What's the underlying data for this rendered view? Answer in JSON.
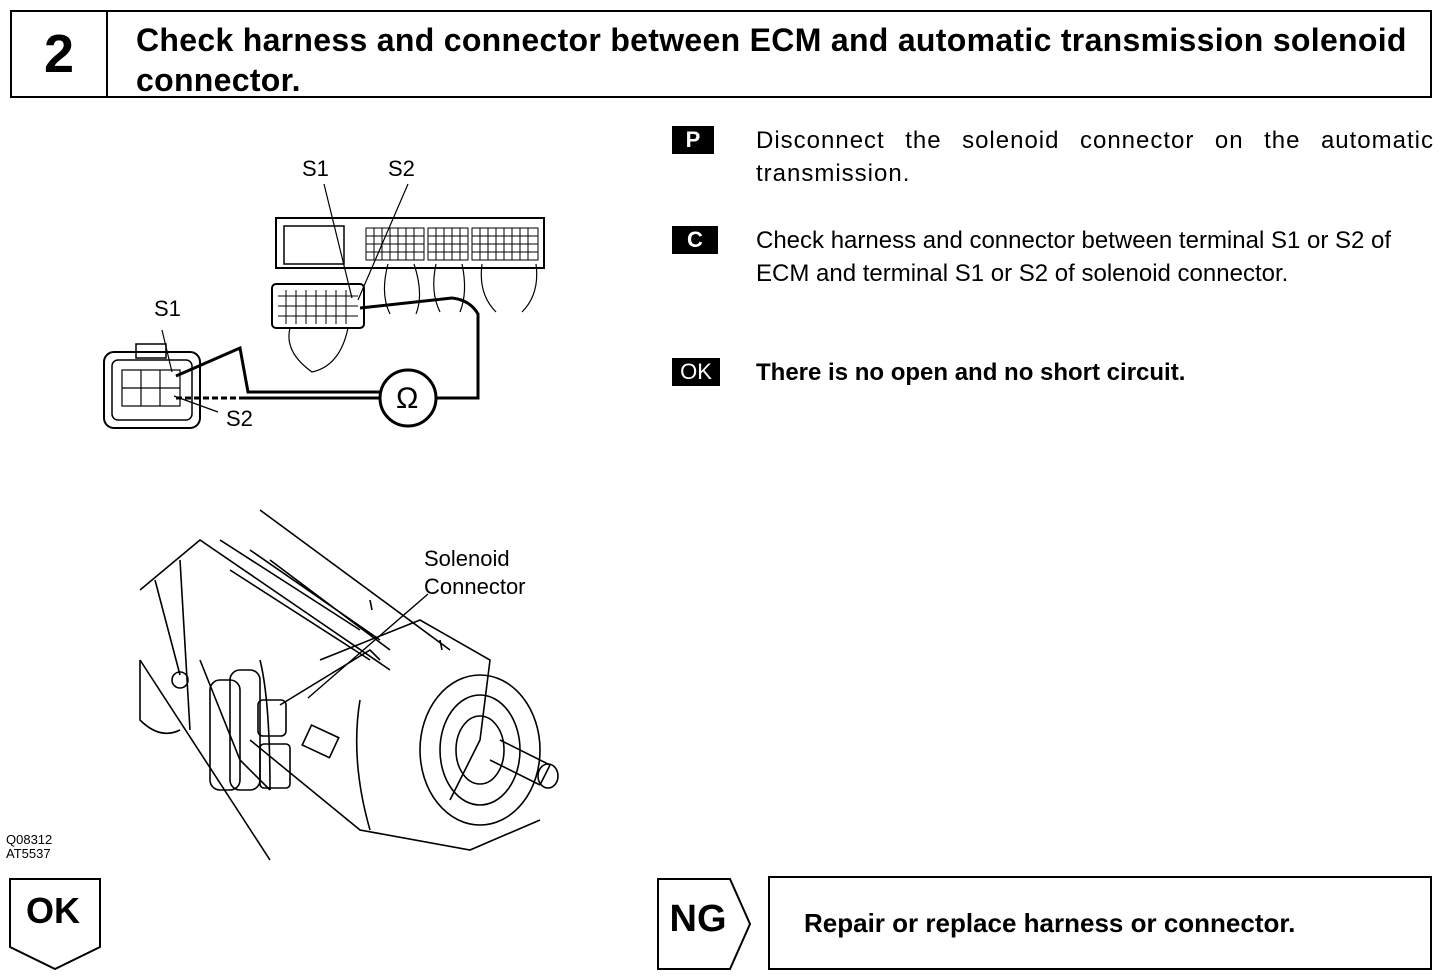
{
  "header": {
    "step_number": "2",
    "title": "Check harness and connector between ECM and automatic transmission solenoid connector."
  },
  "instructions": [
    {
      "badge": "P",
      "text": "Disconnect the solenoid connector on the automatic transmission."
    },
    {
      "badge": "C",
      "text": "Check harness and connector between terminal S1 or S2 of ECM and terminal S1 or S2 of solenoid connector."
    },
    {
      "badge": "OK",
      "text": "There is no open and no short circuit."
    }
  ],
  "diagram": {
    "ecm_label_s1": "S1",
    "ecm_label_s2": "S2",
    "solenoid_label_s1": "S1",
    "solenoid_label_s2": "S2",
    "ohm_symbol": "Ω",
    "solenoid_connector_label_line1": "Solenoid",
    "solenoid_connector_label_line2": "Connector",
    "figure_code_1": "Q08312",
    "figure_code_2": "AT5537"
  },
  "result": {
    "ok_label": "OK",
    "ng_label": "NG",
    "ng_action": "Repair or replace harness or connector."
  }
}
